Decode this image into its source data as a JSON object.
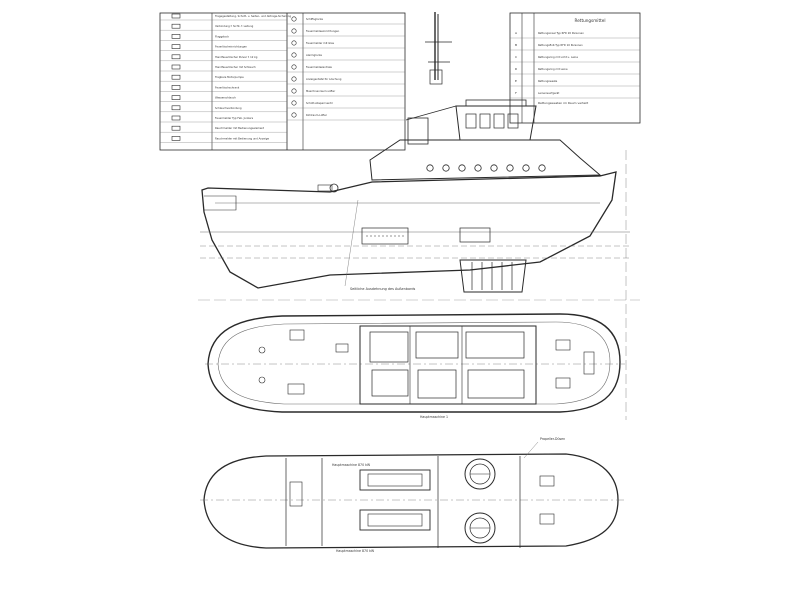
{
  "legend_left": {
    "rows": [
      {
        "label": "Tragegestaltung, Schott- u. Seiten- und Abtrage-Sicherung"
      },
      {
        "label": "Verbindung f. Sicht- f. Leitung"
      },
      {
        "label": "Flaggstock"
      },
      {
        "label": "Feuerlöscheinrichtungen"
      },
      {
        "label": "Handfeuerlöscher Pulver f. 12 kg"
      },
      {
        "label": "Handfeuerlöscher mit Schlauch"
      },
      {
        "label": "Tragbare Motorpumpe"
      },
      {
        "label": "Feuerlöschschrank"
      },
      {
        "label": "Wasserschlauch"
      },
      {
        "label": "Schlauchverbindung"
      },
      {
        "label": "Feuermelder Typ Feb. Junkers"
      },
      {
        "label": "Rauchmelder mit Bedienungselement"
      },
      {
        "label": "Rauchmelder mit Bedienung und Anzeige"
      }
    ],
    "mid_rows": [
      {
        "label": "Schiffsglocke"
      },
      {
        "label": "Feuermeldeeinrichtungen"
      },
      {
        "label": "Feuermelder mit Glas"
      },
      {
        "label": "Alarmglocke"
      },
      {
        "label": "Feuermeldezentrale"
      },
      {
        "label": "Anzeigentafel für Löschung"
      },
      {
        "label": "Maschinenraum-Lüfter"
      },
      {
        "label": "Schott-Absperrventil"
      },
      {
        "label": "Kühlraum-Lüfter"
      }
    ]
  },
  "legend_right": {
    "title": "Rettungsmittel",
    "rows": [
      {
        "code": "A",
        "label": "Rettungsinsel Typ RFD 20 Personen"
      },
      {
        "code": "B",
        "label": "Rettungsfloß Typ RFD 10 Personen"
      },
      {
        "code": "C",
        "label": "Rettungsring mit Licht u. Leine"
      },
      {
        "code": "D",
        "label": "Rettungsring mit Leine"
      },
      {
        "code": "E",
        "label": "Rettungsweste"
      },
      {
        "code": "F",
        "label": "Leinenwurfgerät"
      }
    ],
    "footer": "Rettungswesten im Raum verteilt"
  },
  "annotations": {
    "profile_note": "Seitliche Ausdehnung des Außenbords",
    "deck_note": "Hauptmaschine 1",
    "engine_note_1": "Hauptmaschine 870 kW",
    "engine_note_2": "Hauptmaschine 870 kW",
    "right_note": "Propeller-Düsen"
  },
  "colors": {
    "ink": "#2a2a2a",
    "paper": "#ffffff",
    "faint": "#6a6a6a"
  }
}
